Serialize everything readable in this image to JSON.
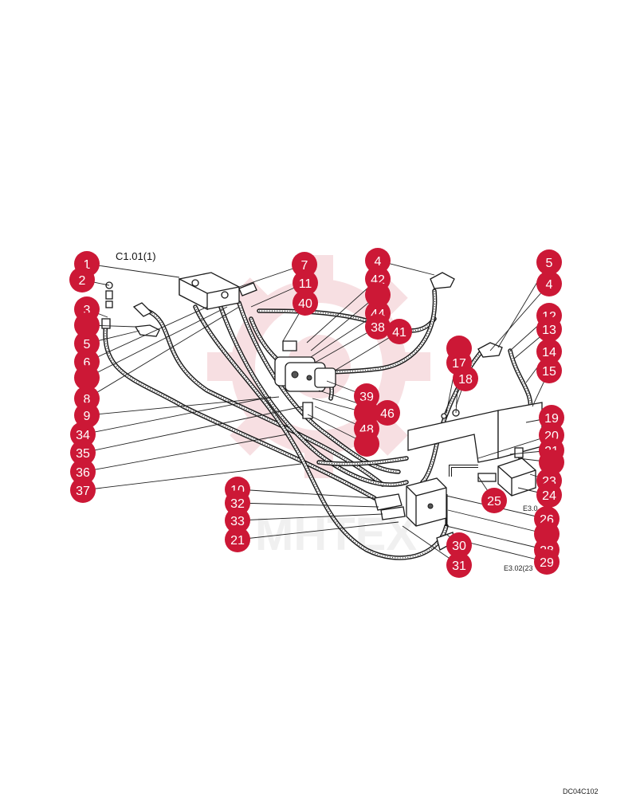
{
  "references": {
    "c101": "C1.01(1)",
    "e302": "E3.02(23",
    "e3_short": "E3.0"
  },
  "drawing_code": "DC04C102",
  "watermark_text": "MHTEX",
  "colors": {
    "callout": "#cc1836",
    "watermark": "#f2c6cb",
    "line": "#1a1a1a"
  },
  "callouts": [
    {
      "id": "c1",
      "label": "1"
    },
    {
      "id": "c2",
      "label": "2"
    },
    {
      "id": "c3",
      "label": "3"
    },
    {
      "id": "c4a",
      "label": ""
    },
    {
      "id": "c5a",
      "label": "5"
    },
    {
      "id": "c6",
      "label": "6"
    },
    {
      "id": "c7a",
      "label": ""
    },
    {
      "id": "c8",
      "label": "8"
    },
    {
      "id": "c9",
      "label": "9"
    },
    {
      "id": "c34",
      "label": "34"
    },
    {
      "id": "c35",
      "label": "35"
    },
    {
      "id": "c36",
      "label": "36"
    },
    {
      "id": "c37",
      "label": "37"
    },
    {
      "id": "c7",
      "label": "7"
    },
    {
      "id": "c11",
      "label": "11"
    },
    {
      "id": "c40",
      "label": "40"
    },
    {
      "id": "c4b",
      "label": "4"
    },
    {
      "id": "c42",
      "label": "42"
    },
    {
      "id": "c43",
      "label": ""
    },
    {
      "id": "c44",
      "label": "44"
    },
    {
      "id": "c38",
      "label": "38"
    },
    {
      "id": "c41",
      "label": "41"
    },
    {
      "id": "c5b",
      "label": "5"
    },
    {
      "id": "c4c",
      "label": "4"
    },
    {
      "id": "c12",
      "label": "12"
    },
    {
      "id": "c13",
      "label": "13"
    },
    {
      "id": "c14",
      "label": "14"
    },
    {
      "id": "c15",
      "label": "15"
    },
    {
      "id": "c16",
      "label": ""
    },
    {
      "id": "c17",
      "label": "17"
    },
    {
      "id": "c18",
      "label": "18"
    },
    {
      "id": "c39",
      "label": "39"
    },
    {
      "id": "c46",
      "label": "46"
    },
    {
      "id": "c45",
      "label": ""
    },
    {
      "id": "c48",
      "label": "48"
    },
    {
      "id": "c47",
      "label": ""
    },
    {
      "id": "c19",
      "label": "19"
    },
    {
      "id": "c20",
      "label": "20"
    },
    {
      "id": "c21a",
      "label": "21"
    },
    {
      "id": "c22",
      "label": ""
    },
    {
      "id": "c23",
      "label": "23"
    },
    {
      "id": "c24",
      "label": "24"
    },
    {
      "id": "c25",
      "label": "25"
    },
    {
      "id": "c26",
      "label": "26"
    },
    {
      "id": "c27",
      "label": ""
    },
    {
      "id": "c28",
      "label": "28"
    },
    {
      "id": "c29",
      "label": "29"
    },
    {
      "id": "c10",
      "label": "10"
    },
    {
      "id": "c32",
      "label": "32"
    },
    {
      "id": "c33",
      "label": "33"
    },
    {
      "id": "c21b",
      "label": "21"
    },
    {
      "id": "c30",
      "label": "30"
    },
    {
      "id": "c31",
      "label": "31"
    }
  ]
}
